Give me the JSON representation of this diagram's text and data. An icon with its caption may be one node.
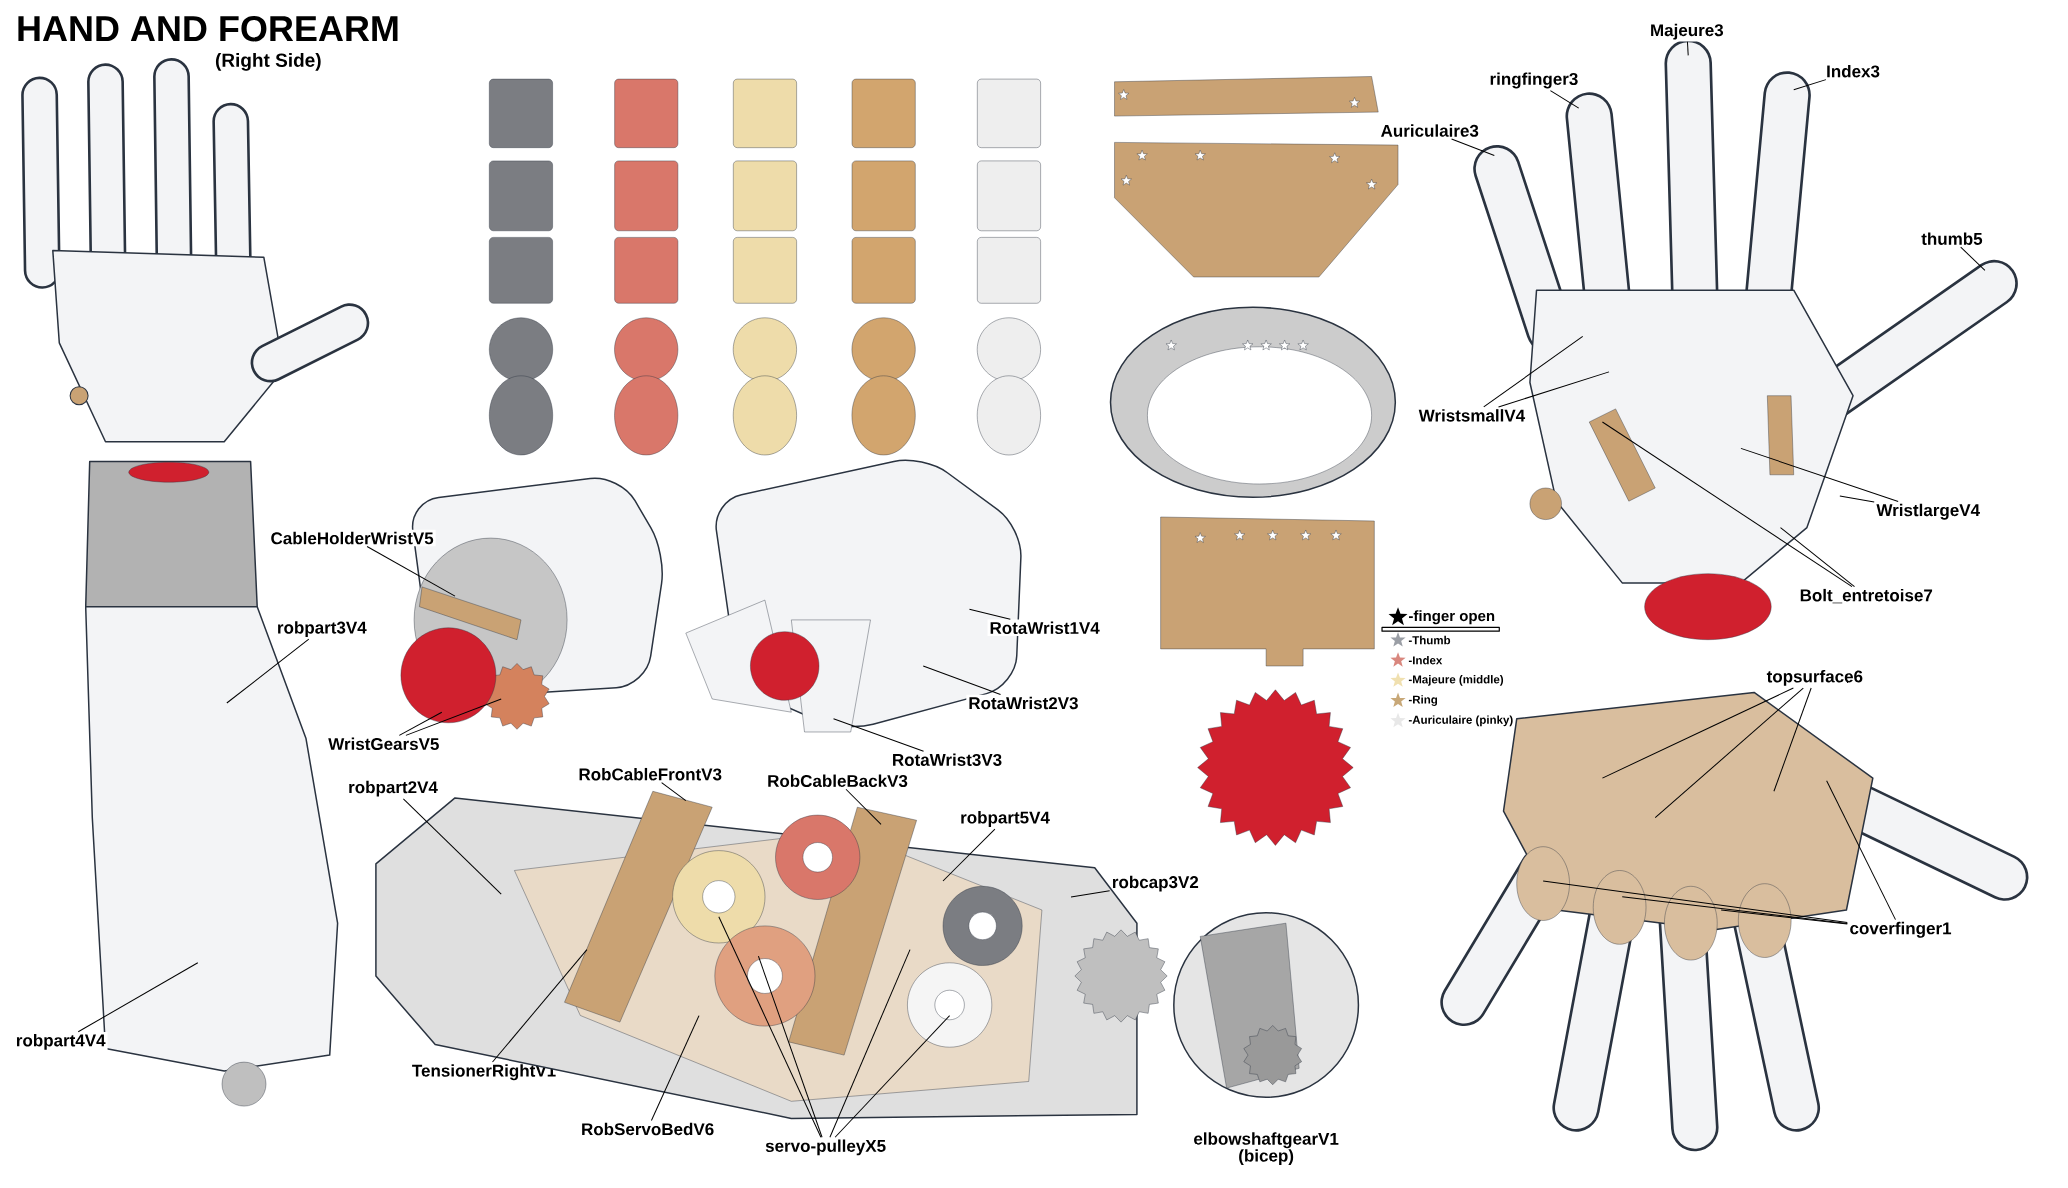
{
  "diagram": {
    "title": "HAND AND FOREARM",
    "nodes": [
      {
        "text": [
          "Majeure3"
        ]
      },
      {
        "text": [
          "Index3"
        ]
      },
      {
        "text": [
          "ringfinger3"
        ]
      },
      {
        "text": [
          "Auriculaire3"
        ]
      },
      {
        "text": [
          "thumb5"
        ]
      },
      {
        "text": [
          "WristsmallV4"
        ]
      },
      {
        "text": [
          "WristlargeV4"
        ]
      },
      {
        "text": [
          "CableHolderWristV5"
        ]
      },
      {
        "text": [
          "Bolt_entretoise7"
        ]
      },
      {
        "text": [
          "RotaWrist1V4"
        ]
      },
      {
        "text": [
          "robpart3V4"
        ]
      },
      {
        "text": [
          "topsurface6"
        ]
      },
      {
        "text": [
          "RotaWrist2V3"
        ]
      },
      {
        "text": [
          "WristGearsV5"
        ]
      },
      {
        "text": [
          "RotaWrist3V3"
        ]
      },
      {
        "text": [
          "RobCableFrontV3"
        ]
      },
      {
        "text": [
          "RobCableBackV3"
        ]
      },
      {
        "text": [
          "robpart5V4"
        ]
      },
      {
        "text": [
          "robpart2V4"
        ]
      },
      {
        "text": [
          "robcap3V2"
        ]
      },
      {
        "text": [
          "coverfinger1"
        ]
      },
      {
        "text": [
          "robpart4V4"
        ]
      },
      {
        "text": [
          "TensionerRightV1"
        ]
      },
      {
        "text": [
          "RobServoBedV6"
        ]
      },
      {
        "text": [
          "servo-pulleyX5"
        ]
      },
      {
        "text": [],
        "shape": "picture"
      }
    ],
    "edges": [
      {
        "from": 0,
        "to": null,
        "arrow": "none"
      },
      {
        "from": 1,
        "to": null,
        "arrow": "none"
      },
      {
        "from": 2,
        "to": null,
        "arrow": "none"
      },
      {
        "from": 3,
        "to": null,
        "arrow": "none"
      },
      {
        "from": 4,
        "to": null,
        "arrow": "none"
      },
      {
        "from": 5,
        "to": null,
        "arrow": "none"
      },
      {
        "from": 5,
        "to": null,
        "arrow": "none"
      },
      {
        "from": 6,
        "to": null,
        "arrow": "none"
      },
      {
        "from": 6,
        "to": null,
        "arrow": "none"
      },
      {
        "from": 7,
        "to": null,
        "arrow": "none"
      },
      {
        "from": 8,
        "to": null,
        "arrow": "none"
      },
      {
        "from": 8,
        "to": null,
        "arrow": "none"
      },
      {
        "from": 9,
        "to": null,
        "arrow": "none"
      },
      {
        "from": 10,
        "to": null,
        "arrow": "none"
      },
      {
        "from": 11,
        "to": null,
        "arrow": "none"
      },
      {
        "from": 11,
        "to": null,
        "arrow": "none"
      },
      {
        "from": 11,
        "to": null,
        "arrow": "none"
      },
      {
        "from": 12,
        "to": null,
        "arrow": "none"
      },
      {
        "from": 13,
        "to": null,
        "arrow": "none"
      },
      {
        "from": 13,
        "to": null,
        "arrow": "none"
      },
      {
        "from": 14,
        "to": null,
        "arrow": "none"
      },
      {
        "from": 15,
        "to": 25,
        "arrow": "none"
      },
      {
        "from": 16,
        "to": 25,
        "arrow": "none"
      },
      {
        "from": 17,
        "to": 25,
        "arrow": "none"
      },
      {
        "from": 18,
        "to": 25,
        "arrow": "none"
      },
      {
        "from": 19,
        "to": 25,
        "arrow": "none"
      },
      {
        "from": 20,
        "to": null,
        "arrow": "none"
      },
      {
        "from": 20,
        "to": null,
        "arrow": "none"
      },
      {
        "from": 20,
        "to": null,
        "arrow": "none"
      },
      {
        "from": 20,
        "to": null,
        "arrow": "none"
      },
      {
        "from": 21,
        "to": null,
        "arrow": "none"
      },
      {
        "from": 22,
        "to": 25,
        "arrow": "none"
      },
      {
        "from": 23,
        "to": 25,
        "arrow": "none"
      },
      {
        "from": 24,
        "to": 25,
        "arrow": "none"
      },
      {
        "from": 24,
        "to": 25,
        "arrow": "none"
      },
      {
        "from": 24,
        "to": 25,
        "arrow": "none"
      },
      {
        "from": 24,
        "to": 25,
        "arrow": "none"
      }
    ],
    "labels": [
      "(Right Side)",
      "elbowshaftgearV1 (bicep)"
    ],
    "legend": [
      {
        "text": "-finger open",
        "color": "#000000"
      },
      {
        "text": "-Thumb",
        "color": "#9a9ea5"
      },
      {
        "text": "-Index",
        "color": "#d9877e"
      },
      {
        "text": "-Majeure (middle)",
        "color": "#f0e0b0"
      },
      {
        "text": "-Ring",
        "color": "#c8a878"
      },
      {
        "text": "-Auriculaire (pinky)",
        "color": "#e8e8e8"
      }
    ]
  }
}
